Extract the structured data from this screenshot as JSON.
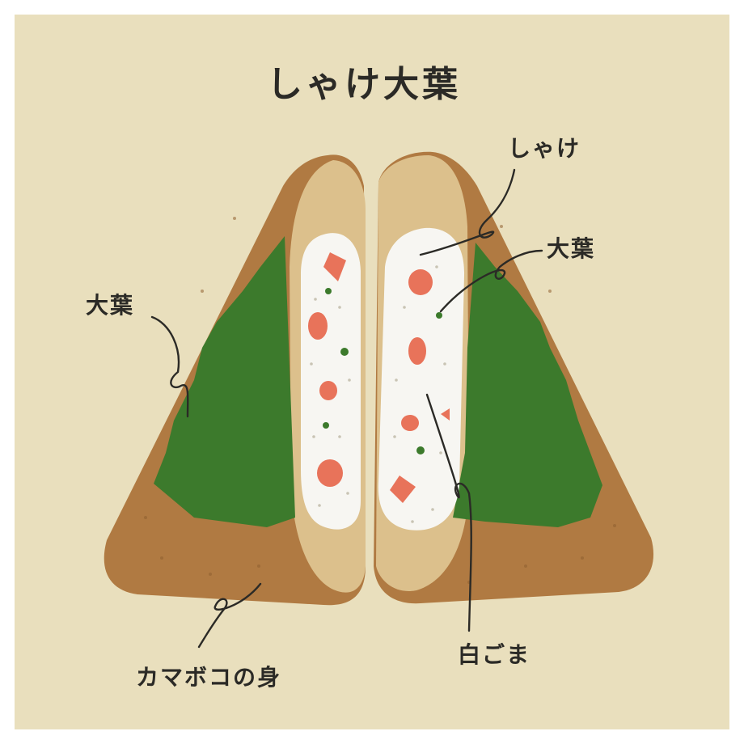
{
  "title": "しゃけ大葉",
  "labels": {
    "shake": "しゃけ",
    "ooba_right": "大葉",
    "ooba_left": "大葉",
    "shirogoma": "白ごま",
    "kamaboko": "カマボコの身"
  },
  "colors": {
    "background": "#e9dfbd",
    "crust": "#b07a42",
    "crumb": "#dcc08c",
    "leaf": "#3c7a2c",
    "rice": "#f7f6f2",
    "salmon": "#e8735a",
    "ink": "#2b2a26"
  }
}
